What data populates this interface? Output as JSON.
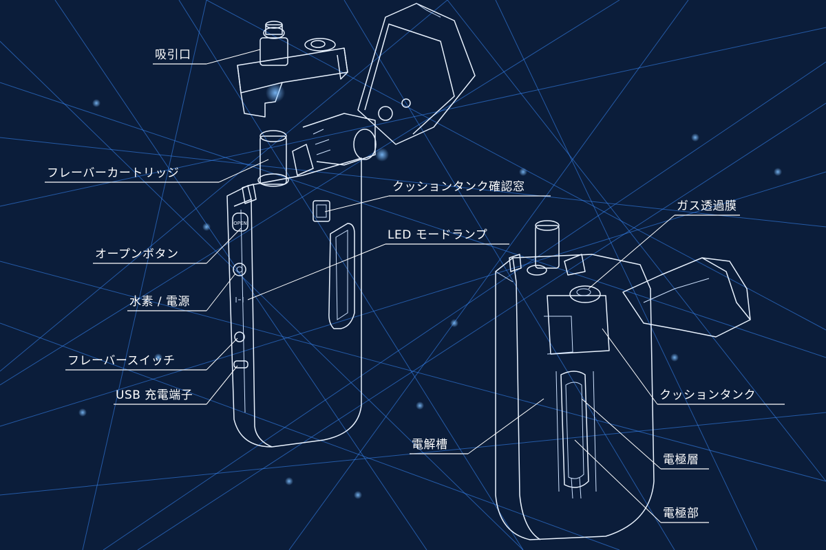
{
  "labels": {
    "mouthpiece": "吸引口",
    "flavor_cartridge": "フレーバーカートリッジ",
    "open_button": "オープンボタン",
    "hydrogen_power": "水素 / 電源",
    "flavor_switch": "フレーバースイッチ",
    "usb_port": "USB 充電端子",
    "cushion_tank_window": "クッションタンク確認窓",
    "led_mode_lamp": "LED モードランプ",
    "gas_membrane": "ガス透過膜",
    "cushion_tank": "クッションタンク",
    "electrolytic_cell": "電解槽",
    "electrode_layer": "電極層",
    "electrode_part": "電極部"
  },
  "colors": {
    "background": "#0b1d3a",
    "beam": "#3a8cff",
    "line": "#ffffff"
  }
}
